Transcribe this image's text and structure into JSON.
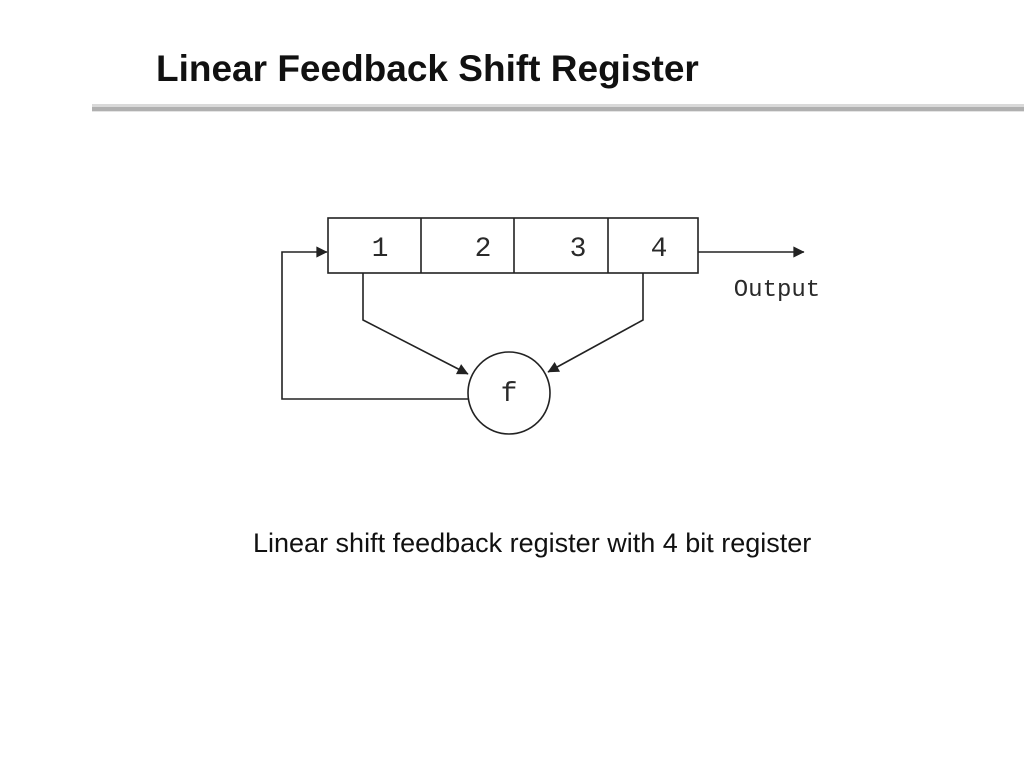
{
  "slide": {
    "title": "Linear Feedback Shift Register",
    "caption": "Linear shift feedback register with 4 bit register"
  },
  "diagram": {
    "cells": [
      "1",
      "2",
      "3",
      "4"
    ],
    "function_label": "f",
    "output_label": "Output"
  },
  "colors": {
    "background": "#ffffff",
    "line": "#222222",
    "text": "#111111",
    "divider_light": "#d9d9d9",
    "divider_dark": "#b0b0b0"
  }
}
